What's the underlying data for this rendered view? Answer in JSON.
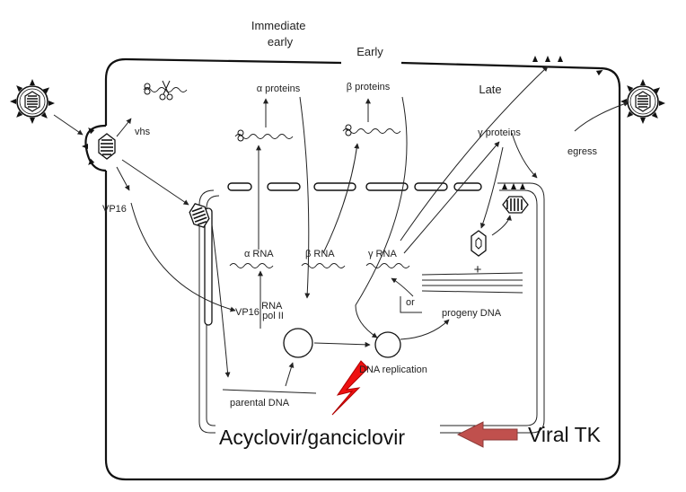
{
  "labels": {
    "immediate_early": "Immediate\nearly",
    "early": "Early",
    "late": "Late",
    "alpha_proteins": "α proteins",
    "beta_proteins": "β proteins",
    "gamma_proteins": "γ proteins",
    "vhs": "vhs",
    "egress": "egress",
    "vp16_top": "VP16",
    "vp16_inner": "VP16",
    "alpha_rna": "α RNA",
    "beta_rna": "β RNA",
    "gamma_rna": "γ RNA",
    "rna_pol_ii": "RNA\npol II",
    "or": "or",
    "progeny_dna": "progeny DNA",
    "dna_replication": "DNA replication",
    "parental_dna": "parental DNA",
    "plus": "+",
    "acyclovir": "Acyclovir/ganciclovir",
    "viral_tk": "Viral TK"
  },
  "colors": {
    "lightning": "#ee1111",
    "arrow_fill": "#c0504d",
    "arrow_stroke": "#8b3a38"
  }
}
